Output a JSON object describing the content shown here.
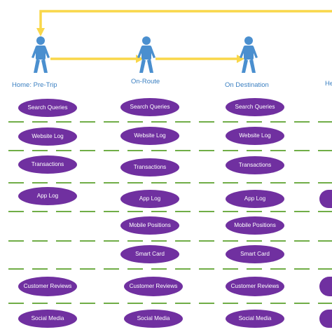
{
  "colors": {
    "arrow": "#f9d74a",
    "person": "#4a8fcf",
    "ellipse": "#7030a0",
    "ellipse_text": "#ffffff",
    "separator": "#70ad47",
    "stage_label": "#3a7fc1"
  },
  "stages": [
    {
      "label": "Home: Pre-Trip",
      "items": [
        "Search Queries",
        "Website Log",
        "Transactions",
        "App Log",
        "Customer Reviews",
        "Social Media"
      ]
    },
    {
      "label": "On-Route",
      "items": [
        "Search Queries",
        "Website Log",
        "Transactions",
        "App Log",
        "Mobile Positions",
        "Smart Card",
        "Customer Reviews",
        "Social Media"
      ]
    },
    {
      "label": "On Destination",
      "items": [
        "Search Queries",
        "Website Log",
        "Transactions",
        "App Log",
        "Mobile Positions",
        "Smart Card",
        "Customer Reviews",
        "Social Media"
      ]
    },
    {
      "label": "He",
      "items": []
    }
  ]
}
